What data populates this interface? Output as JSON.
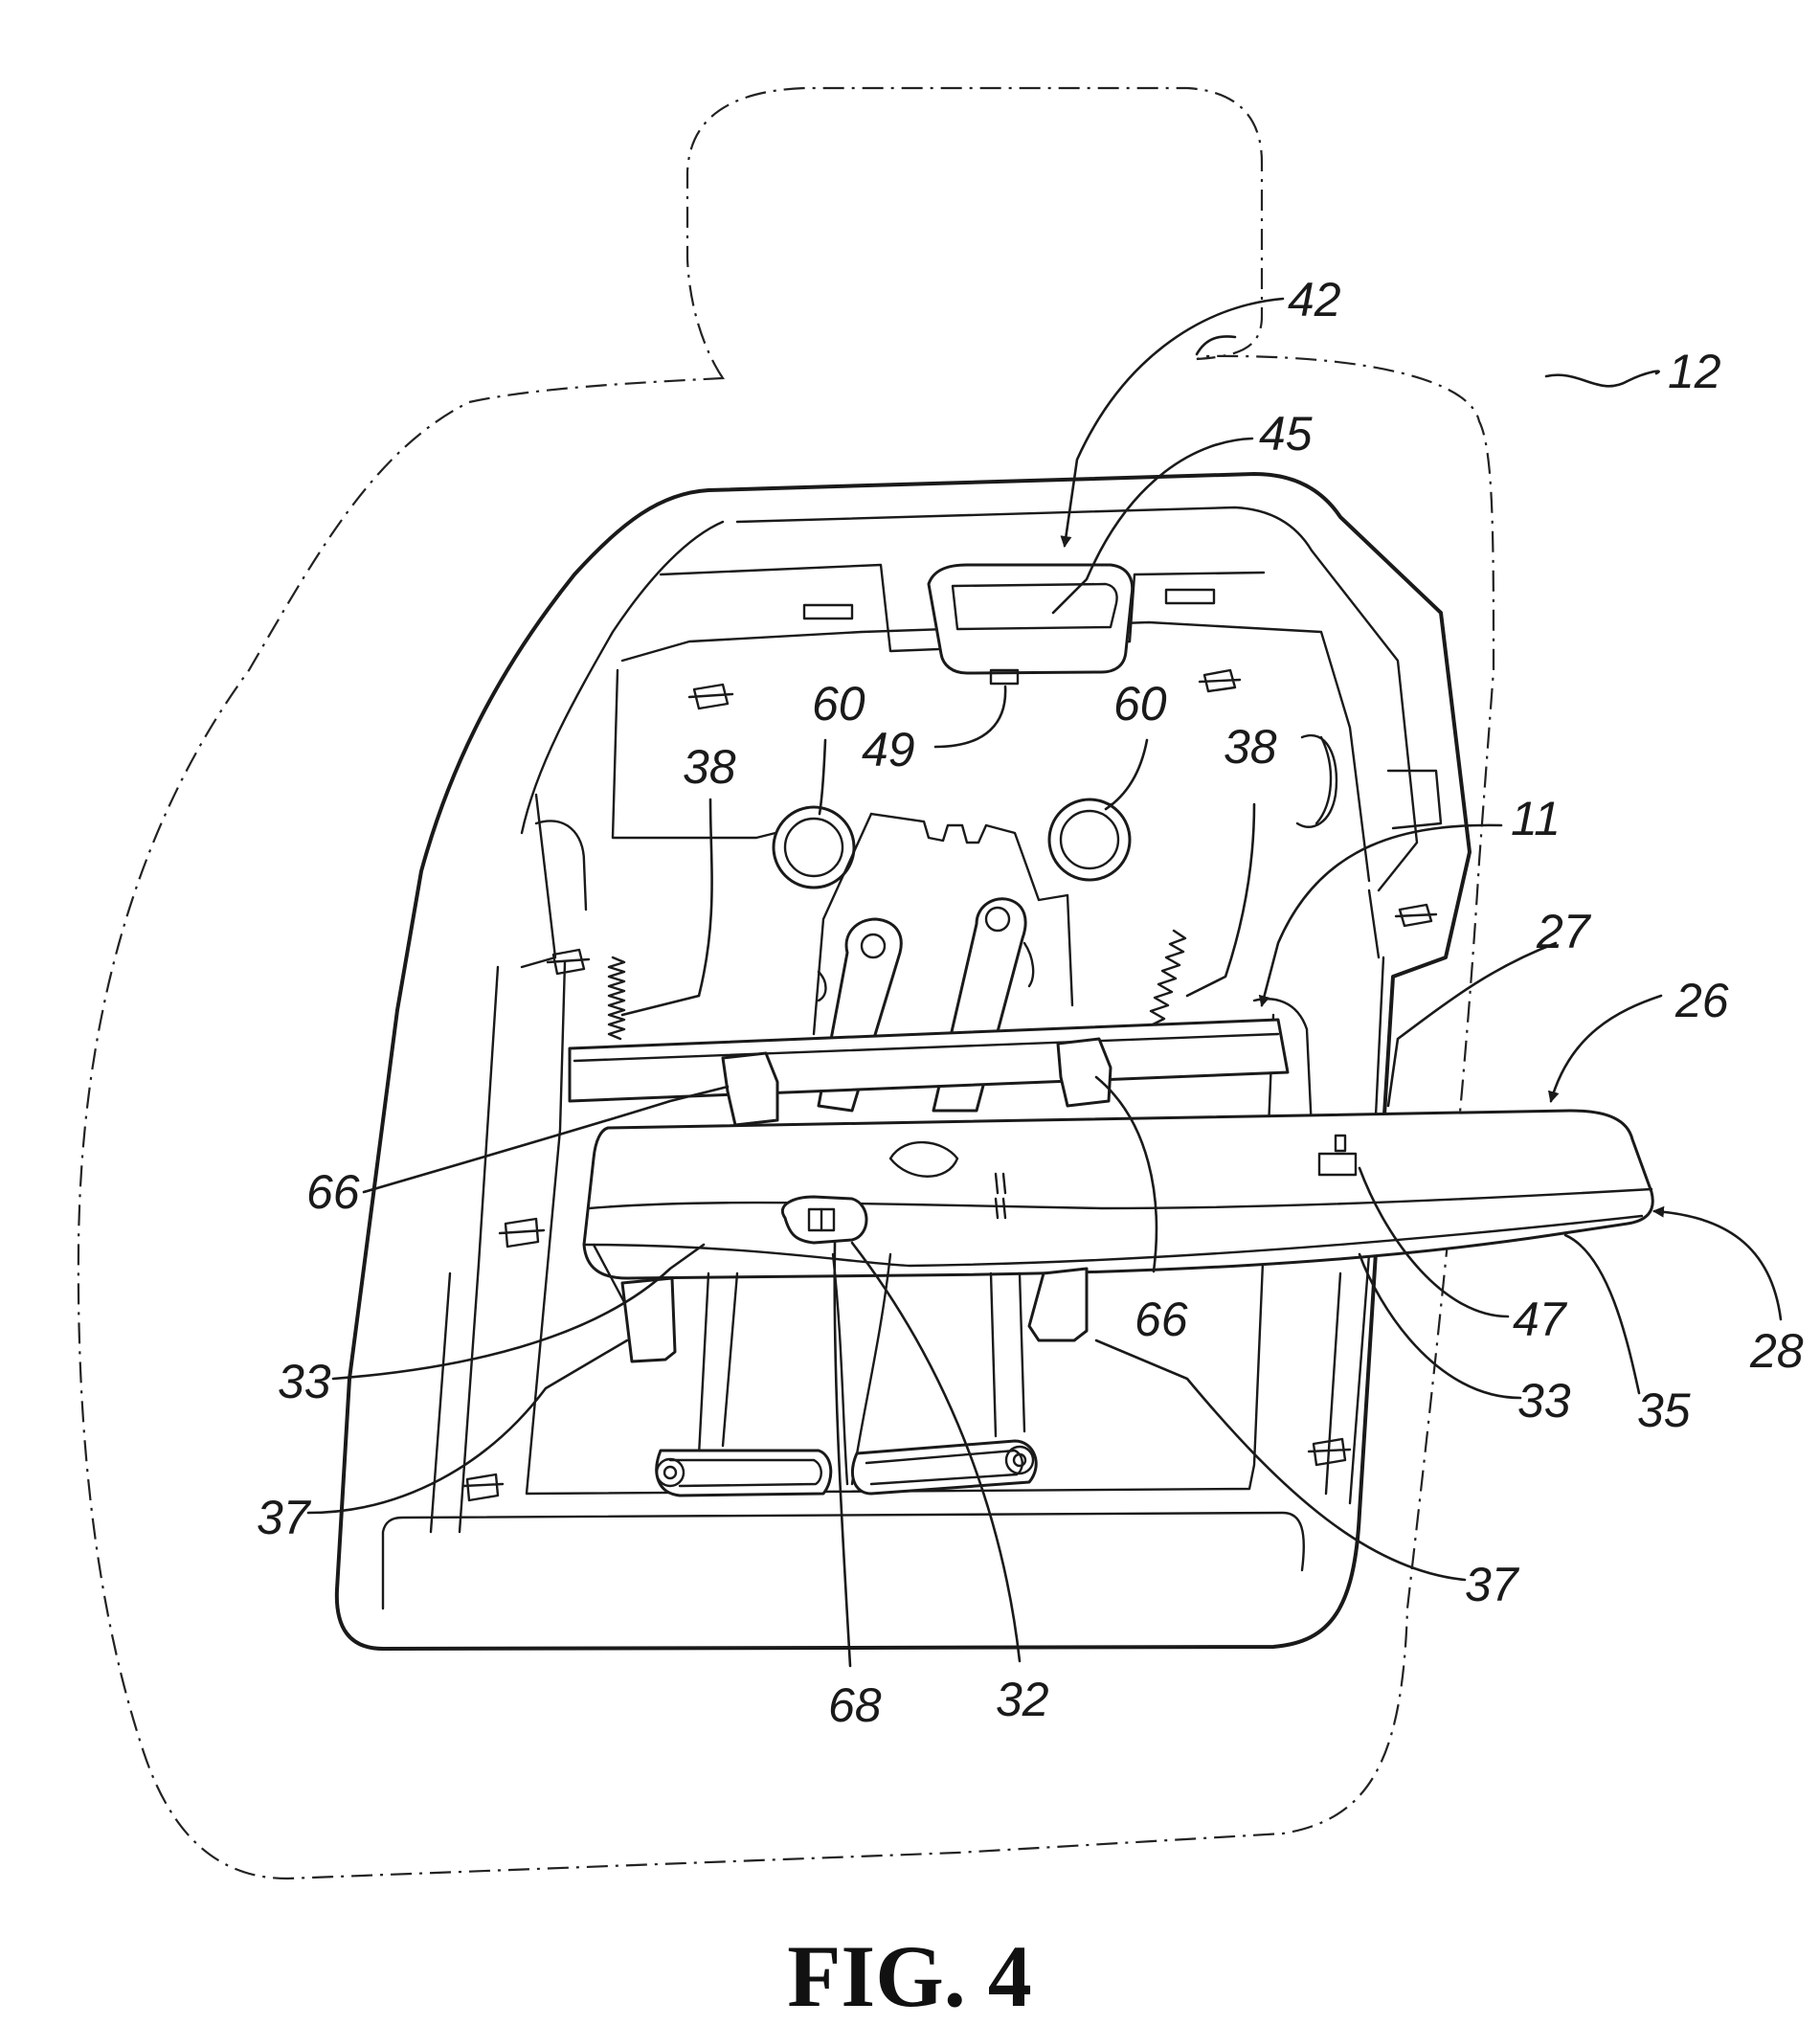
{
  "figure": {
    "caption": "FIG. 4",
    "reference_numerals": {
      "n42": "42",
      "n12": "12",
      "n45": "45",
      "n60_left": "60",
      "n60_right": "60",
      "n49": "49",
      "n38_left": "38",
      "n38_right": "38",
      "n11": "11",
      "n27": "27",
      "n26": "26",
      "n66_left": "66",
      "n66_right": "66",
      "n33_left": "33",
      "n33_right": "33",
      "n47": "47",
      "n28": "28",
      "n35": "35",
      "n37_left": "37",
      "n37_right": "37",
      "n68": "68",
      "n32": "32"
    }
  }
}
